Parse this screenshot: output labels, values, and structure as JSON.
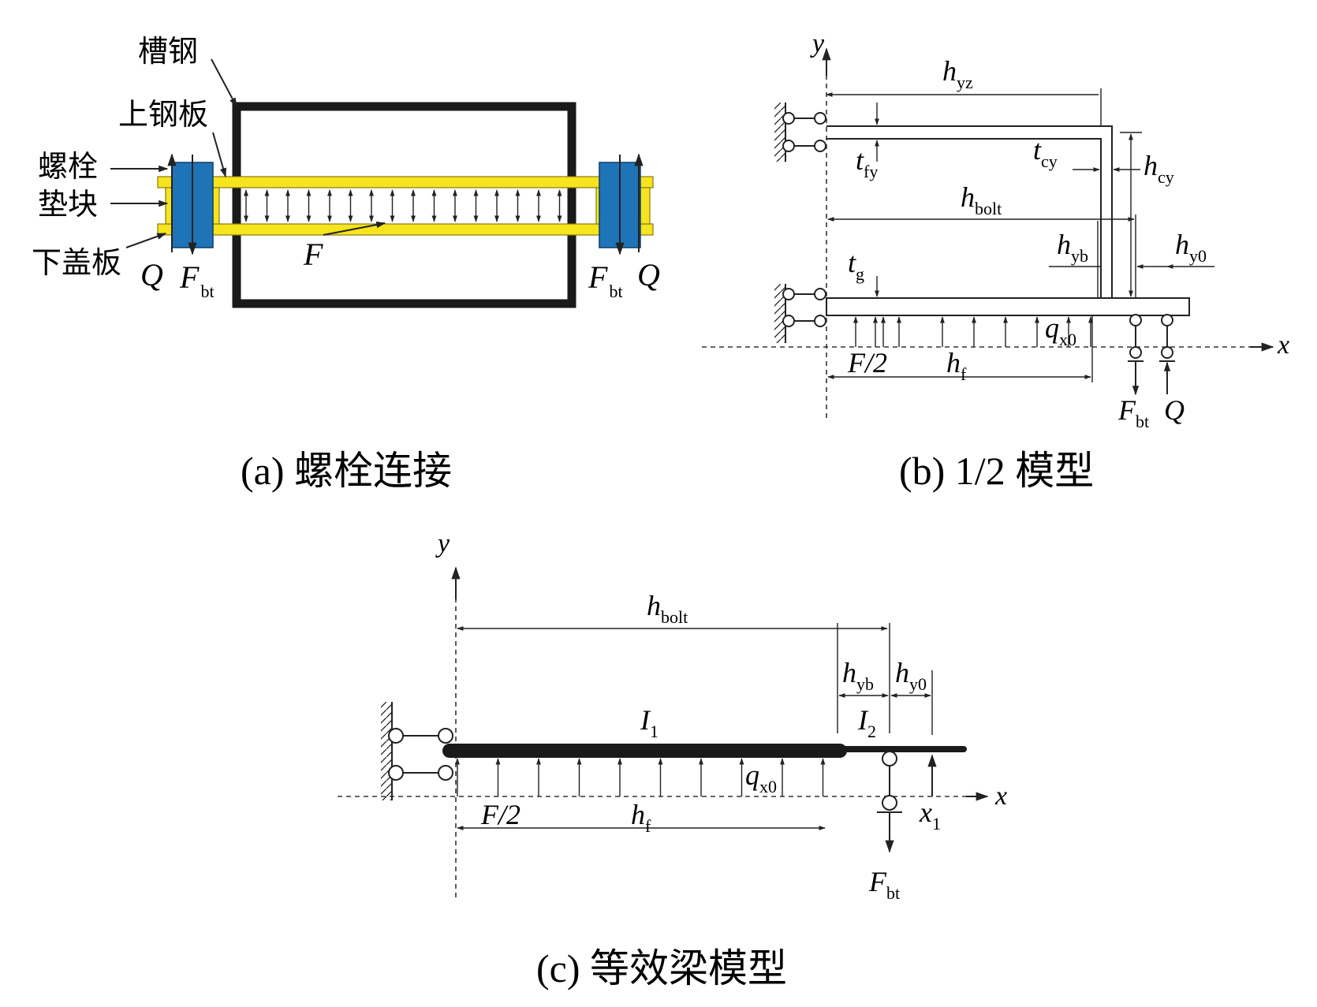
{
  "colors": {
    "plate": "#f6e41e",
    "plate_edge": "#8a7a10",
    "bolt_block": "#1f74b8",
    "line": "#222222"
  },
  "panel_a": {
    "caption": "(a) 螺栓连接",
    "label_channel": "槽钢",
    "label_upper_plate": "上钢板",
    "label_bolt": "螺栓",
    "label_pad": "垫块",
    "label_lower_plate": "下盖板",
    "sym_Q": "Q",
    "sym_F": "F",
    "sym_Fbt": "F",
    "sub_bt": "bt"
  },
  "panel_b": {
    "caption": "(b) 1/2 模型",
    "axis_x": "x",
    "axis_y": "y",
    "h": "h",
    "t": "t",
    "q": "q",
    "F": "F",
    "Q": "Q",
    "F_half": "F/2",
    "sub_yz": "yz",
    "sub_fy": "fy",
    "sub_cy": "cy",
    "sub_bolt": "bolt",
    "sub_yb": "yb",
    "sub_y0": "y0",
    "sub_g": "g",
    "sub_x0": "x0",
    "sub_f": "f",
    "sub_bt": "bt"
  },
  "panel_c": {
    "caption": "(c) 等效梁模型",
    "axis_x": "x",
    "axis_y": "y",
    "h": "h",
    "I": "I",
    "q": "q",
    "x": "x",
    "F": "F",
    "F_half": "F/2",
    "sub_bolt": "bolt",
    "sub_yb": "yb",
    "sub_y0": "y0",
    "sub_1": "1",
    "sub_2": "2",
    "sub_x0": "x0",
    "sub_f": "f",
    "sub_x1": "1",
    "sub_bt": "bt"
  }
}
